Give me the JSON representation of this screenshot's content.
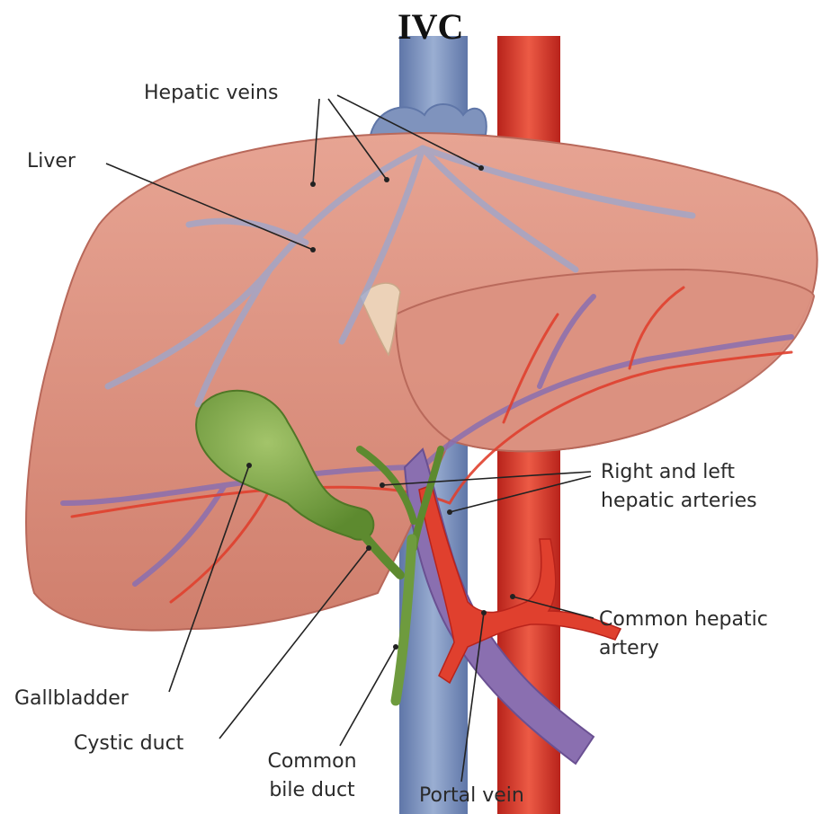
{
  "title": "IVC",
  "labels": {
    "hepatic_veins": "Hepatic veins",
    "liver": "Liver",
    "right_left_arteries_line1": "Right and left",
    "right_left_arteries_line2": "hepatic arteries",
    "common_hepatic_line1": "Common hepatic",
    "common_hepatic_line2": "artery",
    "gallbladder": "Gallbladder",
    "cystic_duct": "Cystic duct",
    "common_bile_line1": "Common",
    "common_bile_line2": "bile duct",
    "portal_vein": "Portal vein"
  },
  "colors": {
    "liver": "#d98a78",
    "liver_dark": "#c06c5c",
    "ivc": "#7f93bd",
    "aorta": "#d9352a",
    "portal_vein": "#8a6fb0",
    "gallbladder": "#6e9b3e",
    "artery": "#e0402e",
    "leader": "#222222"
  }
}
